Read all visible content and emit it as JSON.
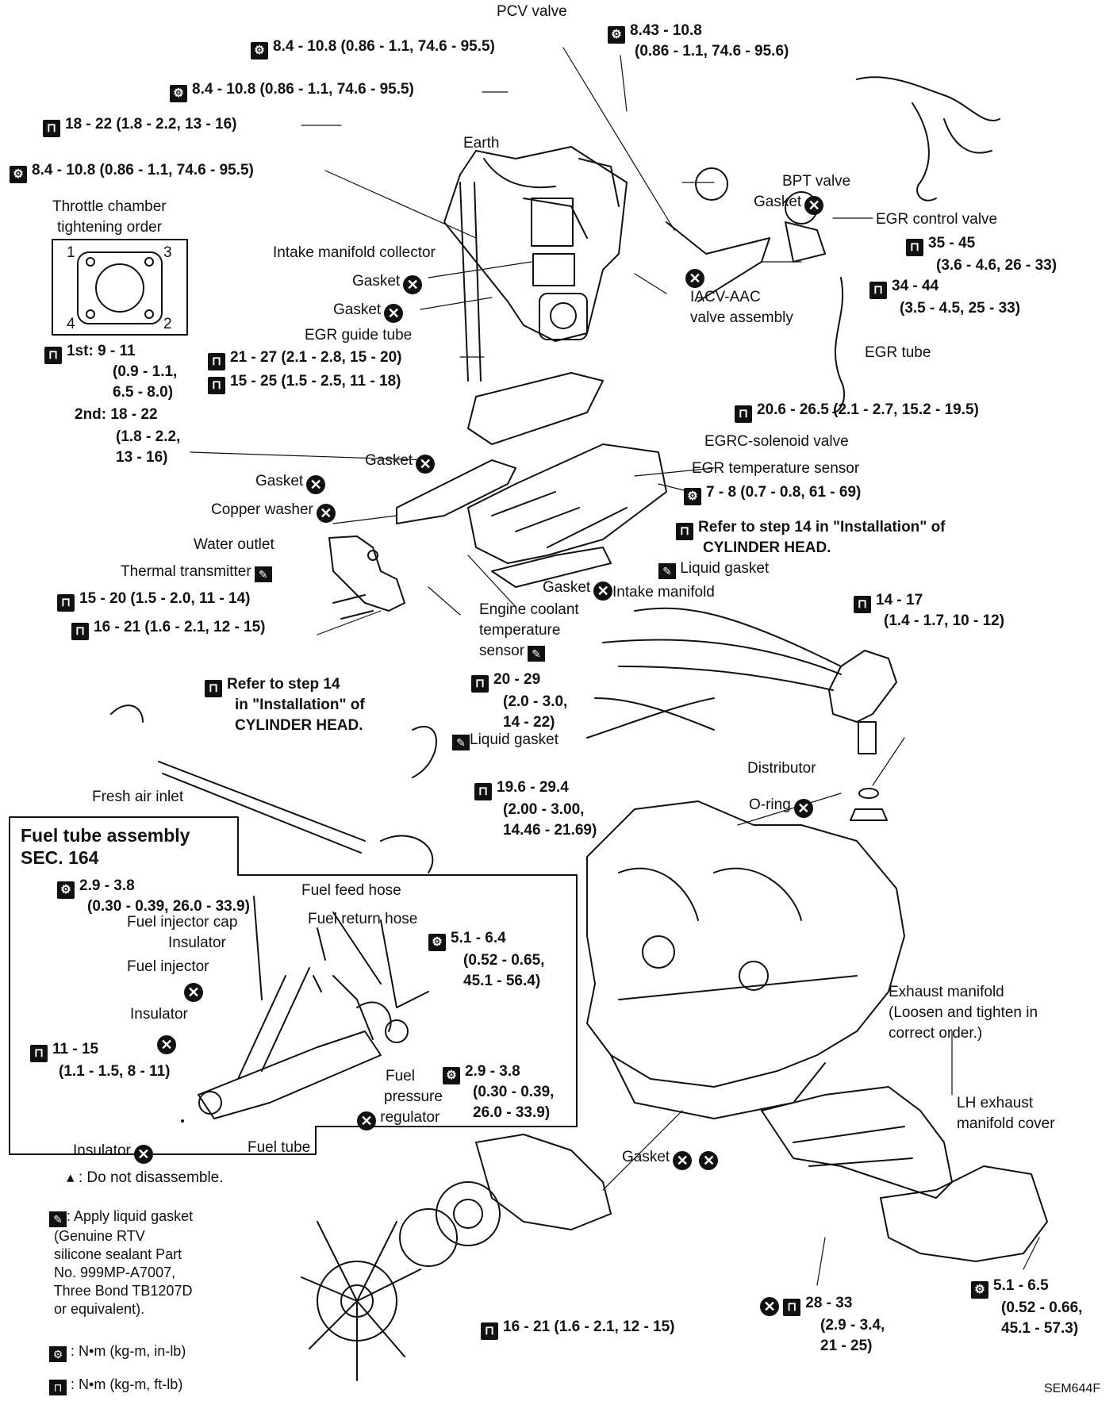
{
  "diagram": {
    "code": "SEM644F",
    "torque_specs": {
      "t1": "8.4 - 10.8 (0.86 - 1.1, 74.6 - 95.5)",
      "t2a": "8.43 - 10.8",
      "t2b": "(0.86 - 1.1, 74.6 - 95.6)",
      "t3": "8.4 - 10.8 (0.86 - 1.1, 74.6 - 95.5)",
      "t4": "18 - 22 (1.8 - 2.2, 13 - 16)",
      "t5": "8.4 - 10.8 (0.86 - 1.1, 74.6 - 95.5)",
      "t6a": "35 - 45",
      "t6b": "(3.6 - 4.6, 26 - 33)",
      "t7a": "34 - 44",
      "t7b": "(3.5 - 4.5, 25 - 33)",
      "t8": "21 - 27 (2.1 - 2.8, 15 - 20)",
      "t9": "15 - 25 (1.5 - 2.5, 11 - 18)",
      "t10": "20.6 - 26.5 (2.1 - 2.7, 15.2 - 19.5)",
      "t11": "7 - 8 (0.7 - 0.8, 61 - 69)",
      "t12": "15 - 20 (1.5 - 2.0, 11 - 14)",
      "t13": "16 - 21 (1.6 - 2.1, 12 - 15)",
      "t14a": "14 - 17",
      "t14b": "(1.4 - 1.7, 10 - 12)",
      "t15a": "20 - 29",
      "t15b": "(2.0 - 3.0,",
      "t15c": "14 - 22)",
      "t16a": "19.6 - 29.4",
      "t16b": "(2.00 - 3.00,",
      "t16c": "14.46 - 21.69)",
      "t17a": "2.9 - 3.8",
      "t17b": "(0.30 - 0.39, 26.0 - 33.9)",
      "t18a": "5.1 - 6.4",
      "t18b": "(0.52 - 0.65,",
      "t18c": "45.1 - 56.4)",
      "t19a": "11 - 15",
      "t19b": "(1.1 - 1.5, 8 - 11)",
      "t20a": "2.9 - 3.8",
      "t20b": "(0.30 - 0.39,",
      "t20c": "26.0 - 33.9)",
      "t21a": "5.1 - 6.5",
      "t21b": "(0.52 - 0.66,",
      "t21c": "45.1 - 57.3)",
      "t22a": "28 - 33",
      "t22b": "(2.9 - 3.4,",
      "t22c": "21 - 25)",
      "t23": "16 - 21 (1.6 - 2.1, 12 - 15)",
      "throttle_1st": "1st: 9 - 11",
      "throttle_1st_b": "(0.9 - 1.1,",
      "throttle_1st_c": "6.5 - 8.0)",
      "throttle_2nd": "2nd: 18 - 22",
      "throttle_2nd_b": "(1.8 - 2.2,",
      "throttle_2nd_c": "13 - 16)"
    },
    "labels": {
      "pcv_valve": "PCV valve",
      "earth": "Earth",
      "bpt_valve": "BPT valve",
      "gasket": "Gasket",
      "egr_control_valve": "EGR control valve",
      "throttle_chamber_1": "Throttle chamber",
      "throttle_chamber_2": "tightening order",
      "intake_manifold_collector": "Intake manifold collector",
      "iacv_1": "IACV-AAC",
      "iacv_2": "valve assembly",
      "egr_guide_tube": "EGR guide tube",
      "egr_tube": "EGR tube",
      "egrc_solenoid": "EGRC-solenoid valve",
      "egr_temp_sensor": "EGR temperature sensor",
      "copper_washer": "Copper washer",
      "water_outlet": "Water outlet",
      "thermal_transmitter": "Thermal transmitter",
      "refer_a": "Refer to step 14 in \"Installation\" of",
      "refer_b": "CYLINDER HEAD.",
      "liquid_gasket": "Liquid gasket",
      "intake_manifold": "Intake manifold",
      "ect_1": "Engine coolant",
      "ect_2": "temperature",
      "ect_3": "sensor",
      "refer2_a": "Refer to step 14",
      "refer2_b": "in \"Installation\" of",
      "refer2_c": "CYLINDER HEAD.",
      "distributor": "Distributor",
      "o_ring": "O-ring",
      "fresh_air_inlet": "Fresh air inlet",
      "fuel_box_title_1": "Fuel tube assembly",
      "fuel_box_title_2": "SEC. 164",
      "fuel_feed_hose": "Fuel feed hose",
      "fuel_injector_cap": "Fuel injector cap",
      "fuel_return_hose": "Fuel return hose",
      "insulator": "Insulator",
      "fuel_injector": "Fuel injector",
      "fuel_pressure_1": "Fuel",
      "fuel_pressure_2": "pressure",
      "fuel_pressure_3": "regulator",
      "fuel_tube": "Fuel tube",
      "do_not_disassemble": ": Do not disassemble.",
      "exhaust_manifold_1": "Exhaust manifold",
      "exhaust_manifold_2": "(Loosen and tighten in",
      "exhaust_manifold_3": "correct order.)",
      "lh_cover_1": "LH exhaust",
      "lh_cover_2": "manifold cover",
      "legend_gasket": ": Apply liquid gasket\n  (Genuine RTV\n  silicone sealant Part\n  No. 999MP-A7007,\n  Three Bond TB1207D\n  or equivalent).",
      "legend_nm_in": ": N•m (kg-m, in-lb)",
      "legend_nm_ft": ": N•m (kg-m, ft-lb)",
      "seq": [
        "1",
        "3",
        "4",
        "2"
      ]
    }
  }
}
